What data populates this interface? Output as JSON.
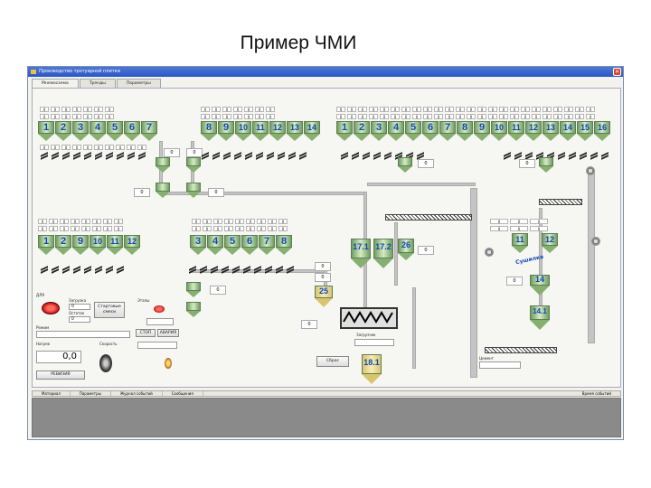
{
  "slide_title": "Пример ЧМИ",
  "window": {
    "title": "Производство тротуарной плитки"
  },
  "tabs": [
    "Мнемосхема",
    "Тренды",
    "Параметры"
  ],
  "zero": "0",
  "silo_groups": {
    "top_left": [
      "1",
      "2",
      "3",
      "4",
      "5",
      "6",
      "7"
    ],
    "top_left2": [
      "8",
      "9",
      "10",
      "11",
      "12",
      "13",
      "14"
    ],
    "top_right": [
      "1",
      "2",
      "3",
      "4",
      "5",
      "6",
      "7",
      "8",
      "9",
      "10",
      "11",
      "12",
      "13",
      "14",
      "15",
      "16"
    ],
    "mid_left": [
      "1",
      "2",
      "9",
      "10",
      "11",
      "12"
    ],
    "mid_right": [
      "3",
      "4",
      "5",
      "6",
      "7",
      "8"
    ],
    "right_silos": [
      "11",
      "12"
    ]
  },
  "silos": {
    "s17_1": "17.1",
    "s17_2": "17.2",
    "s25": "25",
    "s26": "26",
    "s14": "14",
    "s14_1": "14.1",
    "s18_1": "18.1"
  },
  "controls": {
    "mode_label": "ДЛЯ",
    "loaded_label": "Загрузка",
    "remaining_label": "Остаток",
    "start_label": "Стартовые\nсмеси",
    "mode_select_label": "Режим",
    "speed_label": "Скорость",
    "stop_label": "СТОП",
    "reset_label": "АВАРИЯ",
    "value_label": "Нагрев",
    "value_display": "0,0",
    "reset_button": "РЕВИЗИЯ",
    "scheme_button": "Сброс",
    "loader_label": "Загрузчик",
    "stage_label": "Этапы",
    "dryer_label": "Сушилка",
    "cement_label": "Цемент"
  },
  "status_bar": [
    "Материал",
    "Параметры",
    "Журнал событий",
    "Сообщения",
    "Время событий"
  ],
  "colors": {
    "silo": "#86b070",
    "number": "#1147b8",
    "titlebar": "#2a56c6"
  }
}
